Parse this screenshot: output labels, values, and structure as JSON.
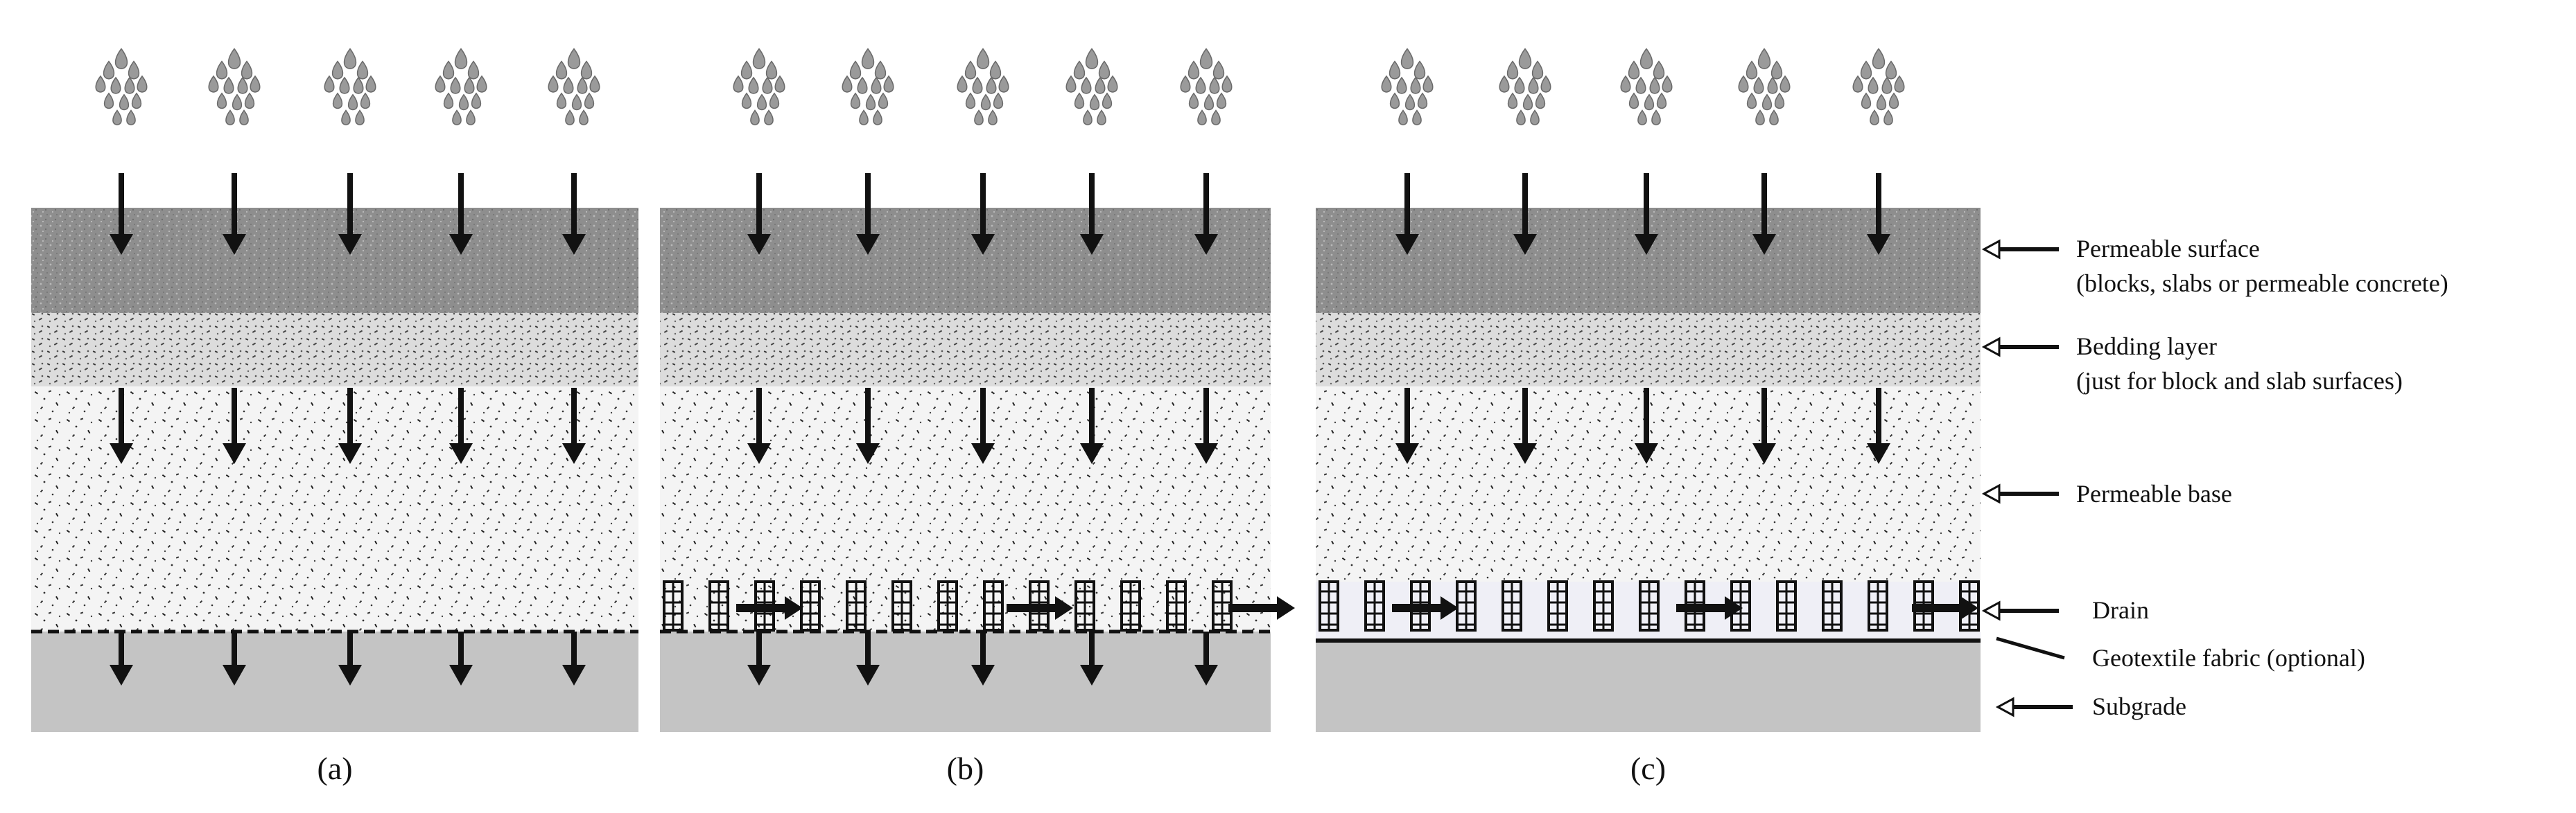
{
  "panels": [
    {
      "id": "a",
      "caption": "(a)",
      "variant": "full-infiltration"
    },
    {
      "id": "b",
      "caption": "(b)",
      "variant": "partial-infiltration"
    },
    {
      "id": "c",
      "caption": "(c)",
      "variant": "no-infiltration"
    }
  ],
  "labels": {
    "permeable_surface_line1": "Permeable surface",
    "permeable_surface_line2": "(blocks, slabs or permeable concrete)",
    "bedding_layer_line1": "Bedding layer",
    "bedding_layer_line2": "(just for block and slab surfaces)",
    "permeable_base": "Permeable base",
    "drain": "Drain",
    "geotextile": "Geotextile fabric (optional)",
    "subgrade": "Subgrade"
  },
  "colors": {
    "surface": "#8e8e8e",
    "bedding": "#d9d9d9",
    "base": "#f4f4f4",
    "subgrade": "#c4c4c4",
    "ink": "#111111",
    "raindrop": "#9a9a9a"
  }
}
